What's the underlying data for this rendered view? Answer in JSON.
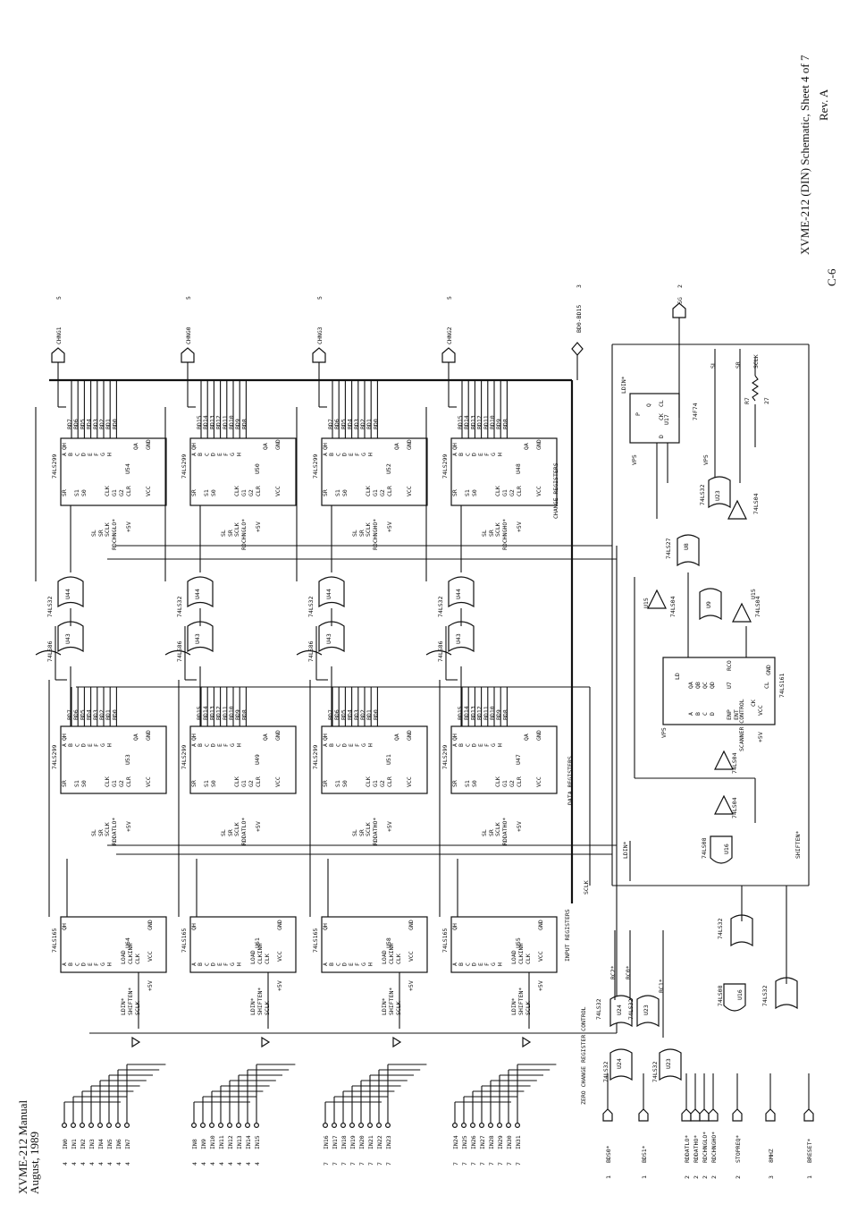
{
  "title_block": {
    "revision": "Rev. A",
    "sheet_title": "XVME-212 (DIN) Schematic, Sheet 4 of 7",
    "page_number": "C-6",
    "manual": "XVME-212 Manual",
    "date": "August, 1989"
  },
  "sections": {
    "input_registers": "INPUT REGISTERS",
    "data_registers": "DATA REGISTERS",
    "change_registers": "CHANGE REGISTERS",
    "scanner_control": "SCANNER CONTROL",
    "zero_change": "ZERO CHANGE REGISTER CONTROL"
  },
  "input_groups": [
    {
      "pins": [
        "IN0",
        "IN1",
        "IN2",
        "IN3",
        "IN4",
        "IN5",
        "IN6",
        "IN7"
      ],
      "chip": "74LS165",
      "ref": "U64"
    },
    {
      "pins": [
        "IN8",
        "IN9",
        "IN10",
        "IN11",
        "IN12",
        "IN13",
        "IN14",
        "IN15"
      ],
      "chip": "74LS165",
      "ref": "U61"
    },
    {
      "pins": [
        "IN16",
        "IN17",
        "IN18",
        "IN19",
        "IN20",
        "IN21",
        "IN22",
        "IN23"
      ],
      "chip": "74LS165",
      "ref": "U58"
    },
    {
      "pins": [
        "IN24",
        "IN25",
        "IN26",
        "IN27",
        "IN28",
        "IN29",
        "IN30",
        "IN31"
      ],
      "chip": "74LS165",
      "ref": "U55"
    }
  ],
  "data_regs": [
    {
      "chip": "74LS299",
      "ref": "U53",
      "bus": [
        "BD7",
        "BD6",
        "BD5",
        "BD4",
        "BD3",
        "BD2",
        "BD1",
        "BD0"
      ],
      "strobe": "RDDATLO*"
    },
    {
      "chip": "74LS299",
      "ref": "U49",
      "bus": [
        "BD15",
        "BD14",
        "BD13",
        "BD12",
        "BD11",
        "BD10",
        "BD9",
        "BD8"
      ],
      "strobe": "RDDATLO*"
    },
    {
      "chip": "74LS299",
      "ref": "U51",
      "bus": [
        "BD7",
        "BD6",
        "BD5",
        "BD4",
        "BD3",
        "BD2",
        "BD1",
        "BD0"
      ],
      "strobe": "RDDATHO*"
    },
    {
      "chip": "74LS299",
      "ref": "U47",
      "bus": [
        "BD15",
        "BD14",
        "BD13",
        "BD12",
        "BD11",
        "BD10",
        "BD9",
        "BD8"
      ],
      "strobe": "RDDATHO*"
    }
  ],
  "change_regs": [
    {
      "chip": "74LS299",
      "ref": "U54",
      "bus": [
        "BD7",
        "BD6",
        "BD5",
        "BD4",
        "BD3",
        "BD2",
        "BD1",
        "BD0"
      ],
      "out": "CHNG1",
      "strobe": "RDCHNGLO*"
    },
    {
      "chip": "74LS299",
      "ref": "U50",
      "bus": [
        "BD15",
        "BD14",
        "BD13",
        "BD12",
        "BD11",
        "BD10",
        "BD9",
        "BD8"
      ],
      "out": "CHNG0",
      "strobe": "RDCHNGLO*"
    },
    {
      "chip": "74LS299",
      "ref": "U52",
      "bus": [
        "BD7",
        "BD6",
        "BD5",
        "BD4",
        "BD3",
        "BD2",
        "BD1",
        "BD0"
      ],
      "out": "CHNG3",
      "strobe": "RDCHNGHO*"
    },
    {
      "chip": "74LS299",
      "ref": "U48",
      "bus": [
        "BD15",
        "BD14",
        "BD13",
        "BD12",
        "BD11",
        "BD10",
        "BD9",
        "BD8"
      ],
      "out": "CHNG2",
      "strobe": "RDCHNGHO*"
    }
  ],
  "gates": {
    "xor_type": "74LS86",
    "xor_ref": "U43",
    "or_type": "74LS32",
    "or_ref": "U44",
    "sh_left": "SL",
    "sh_right": "SR",
    "clock": "SCLK"
  },
  "pin_labels": {
    "a": "A",
    "b": "B",
    "c": "C",
    "d": "D",
    "e": "E",
    "f": "F",
    "g": "G",
    "h": "H",
    "qh": "QH",
    "qa": "QA",
    "sr": "SR",
    "s0": "S0",
    "s1": "S1",
    "g1": "G1",
    "g2": "G2",
    "clr": "CLR",
    "clk": "CLK",
    "clkinh": "CLKINH",
    "load": "LOAD",
    "vcc": "VCC",
    "gnd": "GND",
    "p5v": "+5V",
    "vp5": "VP5"
  },
  "control_signals": [
    {
      "label": "BDS0*",
      "sheet": "1"
    },
    {
      "label": "BDS1*",
      "sheet": "1"
    },
    {
      "label": "RDDATLO*",
      "sheet": "2"
    },
    {
      "label": "RDDATHO*",
      "sheet": "2"
    },
    {
      "label": "RDCHNGLO*",
      "sheet": "2"
    },
    {
      "label": "RDCHNGHO*",
      "sheet": "2"
    },
    {
      "label": "STOPREQ*",
      "sheet": "2"
    },
    {
      "label": "8MHZ",
      "sheet": "3"
    },
    {
      "label": "BRESET*",
      "sheet": "1"
    }
  ],
  "zero_gates": {
    "gate_type": "74LS32",
    "refs": [
      "U24",
      "U23",
      "U24",
      "U23"
    ],
    "outs": [
      "RC2*",
      "RC0*",
      "RC1*"
    ],
    "clock_gate": "74LS08",
    "clock_ref": "U16"
  },
  "scanner": {
    "counter_type": "74LS161",
    "counter_ref": "U7",
    "counter_pins": [
      "QA",
      "QB",
      "QC",
      "QD",
      "RCO",
      "LD",
      "ENP",
      "ENT",
      "CK",
      "CL",
      "A",
      "B",
      "C",
      "D"
    ],
    "ff_type": "74F74",
    "ff_ref": "U17",
    "ff_pins": [
      "P",
      "D",
      "CK",
      "CL",
      "Q"
    ],
    "nand_type": "74LS27",
    "nand_ref": "U8",
    "inv_type": "74LS04",
    "inv_ref": "U15",
    "or2_type": "74LS32",
    "or2_ref": "U23",
    "and_type": "74LS08",
    "and_ref": "U16",
    "nor_ref": "U9",
    "nets": [
      "LDIN*",
      "SHIFTEN*",
      "SCLK",
      "SL",
      "SR"
    ],
    "ff_res": "R7",
    "ff_res_val": "27"
  },
  "outputs": {
    "sg": "SG",
    "sg_sheet": "2",
    "bus": "BD0-BD15",
    "bus_sheet": "3",
    "chng_sheet": "5"
  },
  "in_sheet_nos": [
    "4",
    "4",
    "4",
    "4",
    "7",
    "7",
    "7",
    "7"
  ]
}
